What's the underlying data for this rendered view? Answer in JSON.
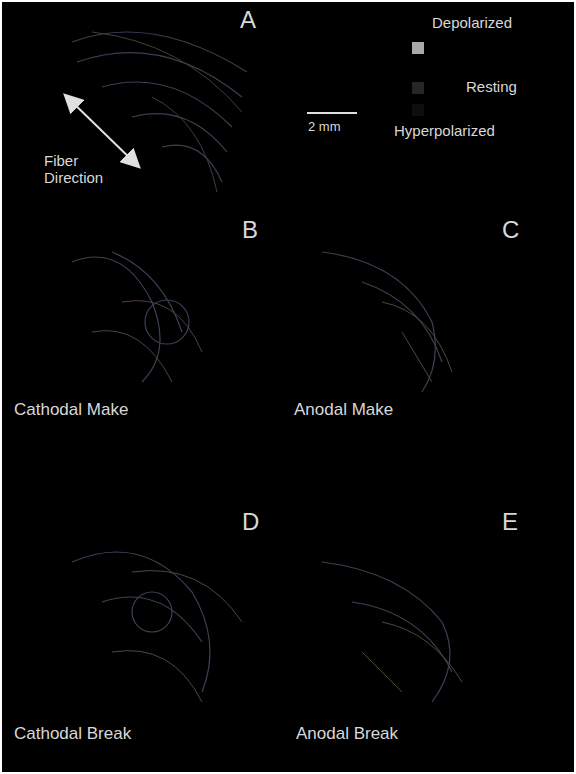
{
  "diagram": {
    "labels": [
      "A",
      "2 mm",
      "Fiber Direction",
      "B",
      "C",
      "Cathodal Make",
      "Anodal Make",
      "D",
      "E",
      "Cathodal Break",
      "Anodal Break"
    ],
    "legend": [
      {
        "text": "Depolarized",
        "color": "#a9a9a9"
      },
      {
        "text": "Resting",
        "color": "#262626"
      },
      {
        "text": "Hyperpolarized",
        "color": "#0e0e0e"
      }
    ]
  }
}
